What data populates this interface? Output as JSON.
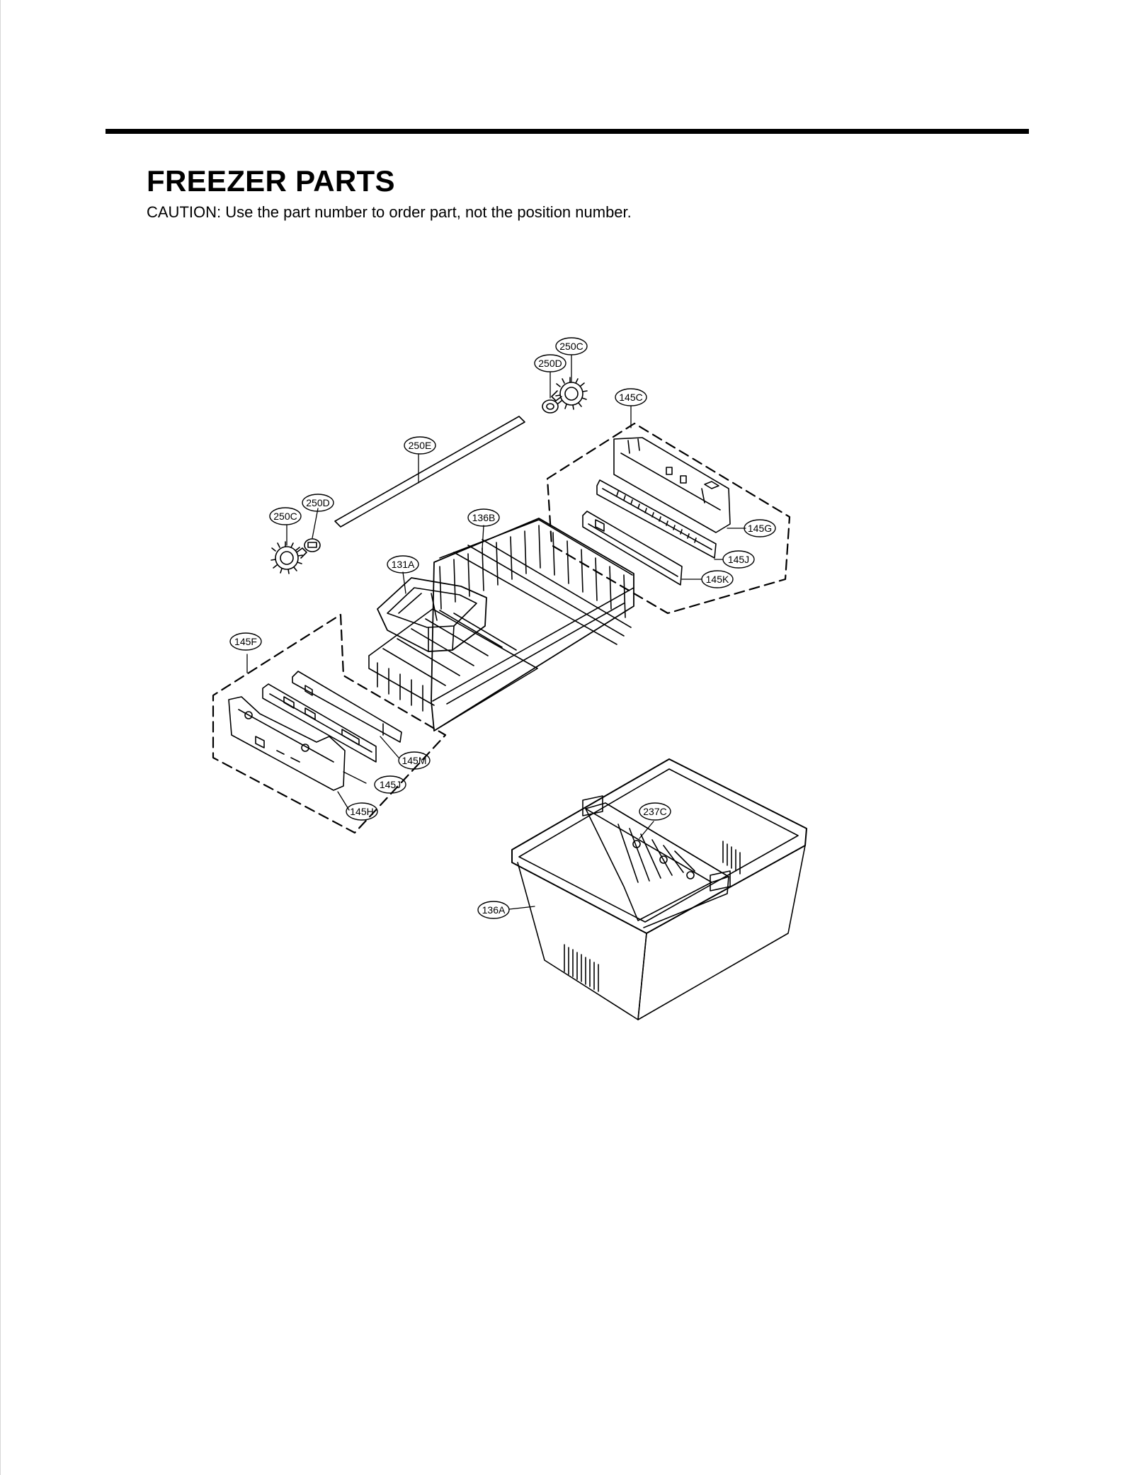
{
  "header": {
    "title": "FREEZER PARTS",
    "caution": "CAUTION: Use the part number to order part, not the position number."
  },
  "parts": {
    "p250C_top": "250C",
    "p250D_top": "250D",
    "p145C": "145C",
    "p250E": "250E",
    "p250D_left": "250D",
    "p250C_left": "250C",
    "p136B": "136B",
    "p131A": "131A",
    "p145G": "145G",
    "p145J_right": "145J",
    "p145K": "145K",
    "p145F": "145F",
    "p145M": "145M",
    "p145J_left": "145J",
    "p145H": "145H",
    "p237C": "237C",
    "p136A": "136A"
  }
}
